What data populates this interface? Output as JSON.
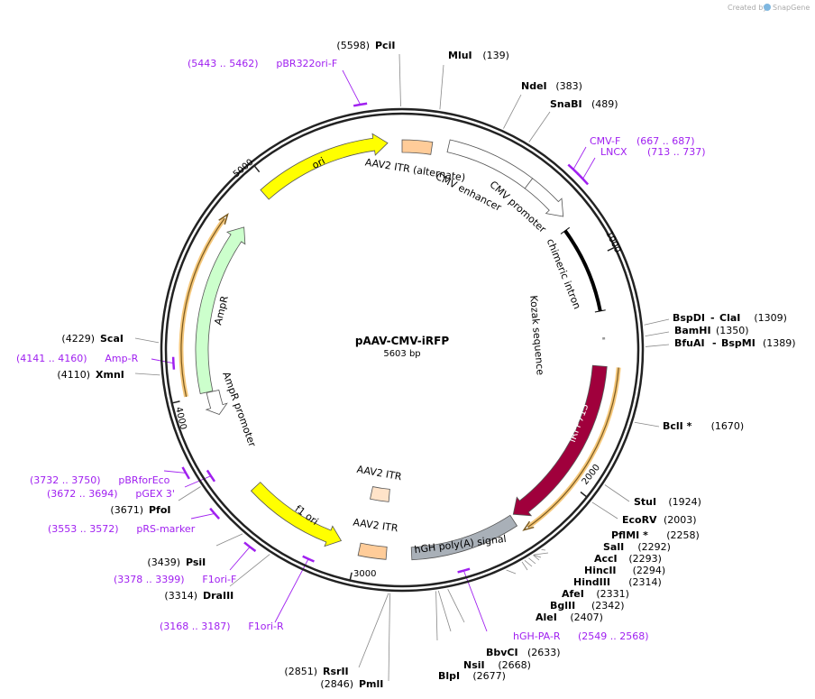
{
  "credit": {
    "prefix": "Created by",
    "brand": "SnapGene"
  },
  "plasmid": {
    "name": "pAAV-CMV-iRFP",
    "length_label": "5603 bp",
    "length": 5603
  },
  "ticks": [
    "1000",
    "2000",
    "3000",
    "4000",
    "5000"
  ],
  "features": [
    {
      "label": "ori",
      "start": 4957,
      "end": 5541,
      "dir": 1,
      "color": "#ffff00",
      "kind": "arrow"
    },
    {
      "label": "AAV2 ITR (alternate)",
      "start": 0,
      "end": 130,
      "dir": 0,
      "color": "#ffcc99",
      "kind": "box"
    },
    {
      "label": "CMV enhancer",
      "start": 200,
      "end": 580,
      "dir": 0,
      "color": "#ffffff",
      "kind": "box"
    },
    {
      "label": "CMV promoter",
      "start": 580,
      "end": 784,
      "dir": 1,
      "color": "#ffffff",
      "kind": "arrow"
    },
    {
      "label": "chimeric intron",
      "start": 838,
      "end": 1228,
      "dir": 0,
      "color": "#000000",
      "kind": "line"
    },
    {
      "label": "Kozak sequence",
      "start": 1345,
      "end": 1355,
      "dir": 0,
      "color": "#999999",
      "kind": "line"
    },
    {
      "label": "iRFP713",
      "start": 1473,
      "end": 2271,
      "dir": 1,
      "color": "#a0003c",
      "kind": "arrow"
    },
    {
      "label": "hGH poly(A) signal",
      "start": 2285,
      "end": 2760,
      "dir": 0,
      "color": "#a9b0b8",
      "kind": "box"
    },
    {
      "label": "AAV2 ITR",
      "start": 2870,
      "end": 2990,
      "dir": 0,
      "color": "#ffcc99",
      "kind": "box"
    },
    {
      "label": "AAV2 ITR",
      "start": 2880,
      "end": 2990,
      "dir": 0,
      "color": "#ffe3c9",
      "kind": "innerbox"
    },
    {
      "label": "f1 ori",
      "start": 3077,
      "end": 3533,
      "dir": -1,
      "color": "#ffff00",
      "kind": "arrow"
    },
    {
      "label": "AmpR promoter",
      "start": 3900,
      "end": 4010,
      "dir": -1,
      "color": "#ffffff",
      "kind": "arrow"
    },
    {
      "label": "AmpR",
      "start": 4012,
      "end": 4791,
      "dir": 1,
      "color": "#ccffcc",
      "kind": "arrow"
    }
  ],
  "orfs": [
    {
      "start": 1473,
      "end": 2271,
      "dir": 1
    },
    {
      "start": 4012,
      "end": 4791,
      "dir": 1
    }
  ],
  "enzymes": [
    {
      "name": "PciI",
      "pos": 5598
    },
    {
      "name": "MluI",
      "pos": 139
    },
    {
      "name": "NdeI",
      "pos": 383
    },
    {
      "name": "SnaBI",
      "pos": 489
    },
    {
      "name": "BspDI",
      "name2": "ClaI",
      "pos": 1309
    },
    {
      "name": "BamHI",
      "pos": 1350
    },
    {
      "name": "BfuAI",
      "name2": "BspMI",
      "pos": 1389
    },
    {
      "name": "BclI *",
      "pos": 1670
    },
    {
      "name": "StuI",
      "pos": 1924
    },
    {
      "name": "EcoRV",
      "pos": 2003
    },
    {
      "name": "PflMI *",
      "pos": 2258
    },
    {
      "name": "SalI",
      "pos": 2292
    },
    {
      "name": "AccI",
      "pos": 2293
    },
    {
      "name": "HincII",
      "pos": 2294
    },
    {
      "name": "HindIII",
      "pos": 2314
    },
    {
      "name": "AfeI",
      "pos": 2331
    },
    {
      "name": "BglII",
      "pos": 2342
    },
    {
      "name": "AleI",
      "pos": 2407
    },
    {
      "name": "BbvCI",
      "pos": 2633
    },
    {
      "name": "NsiI",
      "pos": 2668
    },
    {
      "name": "BlpI",
      "pos": 2677
    },
    {
      "name": "RsrII",
      "pos": 2851
    },
    {
      "name": "PmlI",
      "pos": 2846
    },
    {
      "name": "DraIII",
      "pos": 3314
    },
    {
      "name": "PsiI",
      "pos": 3439
    },
    {
      "name": "PfoI",
      "pos": 3671
    },
    {
      "name": "XmnI",
      "pos": 4110
    },
    {
      "name": "ScaI",
      "pos": 4229
    }
  ],
  "primers": [
    {
      "name": "pBR322ori-F",
      "start": 5443,
      "end": 5462,
      "strand": 1
    },
    {
      "name": "CMV-F",
      "start": 667,
      "end": 687,
      "strand": 1
    },
    {
      "name": "LNCX",
      "start": 713,
      "end": 737,
      "strand": 1
    },
    {
      "name": "hGH-PA-R",
      "start": 2549,
      "end": 2568,
      "strand": -1
    },
    {
      "name": "F1ori-R",
      "start": 3168,
      "end": 3187,
      "strand": -1
    },
    {
      "name": "F1ori-F",
      "start": 3378,
      "end": 3399,
      "strand": 1
    },
    {
      "name": "pRS-marker",
      "start": 3553,
      "end": 3572,
      "strand": 1
    },
    {
      "name": "pGEX 3'",
      "start": 3672,
      "end": 3694,
      "strand": -1
    },
    {
      "name": "pBRforEco",
      "start": 3732,
      "end": 3750,
      "strand": 1
    },
    {
      "name": "Amp-R",
      "start": 4141,
      "end": 4160,
      "strand": -1
    }
  ],
  "colors": {
    "primer": "#a020f0",
    "orf": "#f5c77a",
    "backbone": "#222222",
    "enzyme_line": "#888888"
  }
}
